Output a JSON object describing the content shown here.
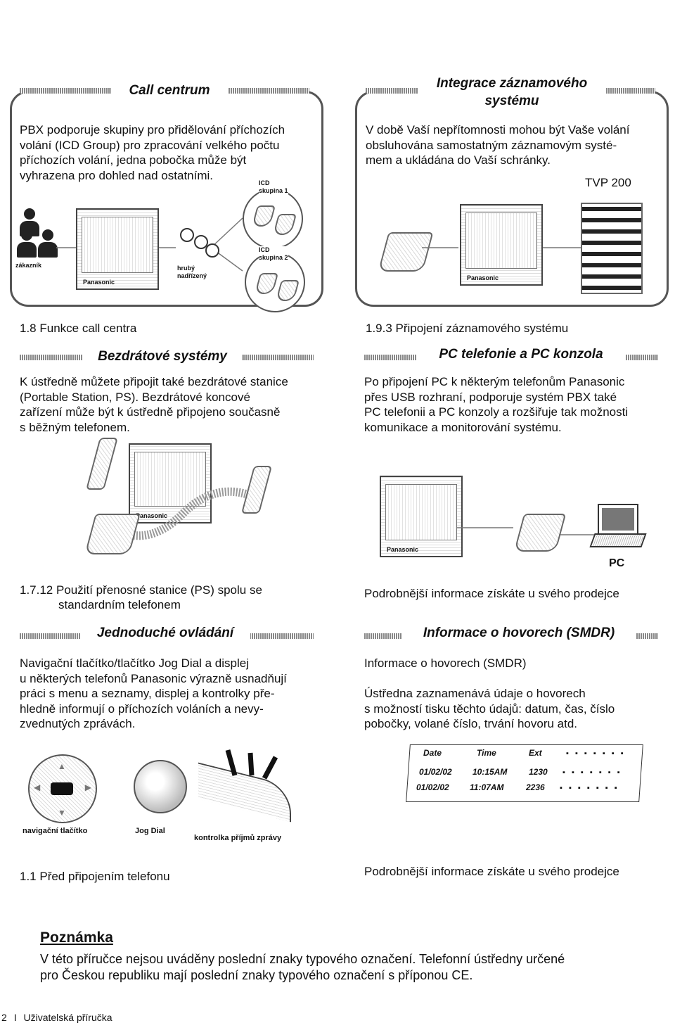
{
  "call_center": {
    "title": "Call centrum",
    "text": [
      "PBX podporuje skupiny pro přidělování příchozích",
      "volání (ICD Group) pro zpracování velkého počtu",
      "příchozích volání, jedna pobočka může být",
      "vyhrazena pro dohled nad ostatními."
    ],
    "label_icd1_a": "ICD",
    "label_icd1_b": "skupina 1",
    "label_icd2_a": "ICD",
    "label_icd2_b": "skupina 2",
    "label_caller": "zákazník",
    "label_pbx": "Panasonic",
    "label_supervisor_a": "hrubý",
    "label_supervisor_b": "nadřízený",
    "caption": "1.8 Funkce call centra"
  },
  "voicemail": {
    "title_line1": "Integrace záznamového",
    "title_line2": "systému",
    "text": [
      "V době Vaší nepřítomnosti mohou být Vaše volání",
      "obsluhována samostatným záznamovým systé-",
      "mem a ukládána do Vaší schránky."
    ],
    "product": "TVP 200",
    "label_pbx": "Panasonic",
    "caption": "1.9.3 Připojení záznamového systému"
  },
  "wireless": {
    "title": "Bezdrátové systémy",
    "text": [
      "K ústředně můžete připojit také bezdrátové stanice",
      "(Portable Station, PS). Bezdrátové koncové",
      "zařízení může být k ústředně připojeno současně",
      "s běžným telefonem."
    ],
    "label_pbx": "Panasonic",
    "caption_line1": "1.7.12 Použití přenosné stanice (PS) spolu se",
    "caption_line2": "standardním telefonem"
  },
  "pc_phone": {
    "title": "PC telefonie a PC konzola",
    "text": [
      "Po připojení PC k některým telefonům Panasonic",
      "přes USB rozhraní, podporuje systém PBX také",
      "PC telefonii a PC konzoly a rozšiřuje tak možnosti",
      "komunikace a monitorování systému."
    ],
    "label_pbx": "Panasonic",
    "label_pc": "PC",
    "caption": "Podrobnější informace získáte u svého prodejce"
  },
  "easy": {
    "title": "Jednoduché ovládání",
    "text": [
      "Navigační tlačítko/tlačítko Jog Dial a displej",
      "u některých telefonů Panasonic výrazně usnadňují",
      "práci s menu a seznamy, displej a kontrolky pře-",
      "hledně informují o příchozích voláních a nevy-",
      "zvednutých zprávách."
    ],
    "label_nav": "navigační tlačítko",
    "label_jog": "Jog Dial",
    "label_led": "kontrolka příjmů zprávy",
    "caption": "1.1 Před připojením telefonu"
  },
  "smdr": {
    "title": "Informace o hovorech (SMDR)",
    "subtitle": "Informace o hovorech (SMDR)",
    "text": [
      "Ústředna zaznamenává údaje o hovorech",
      "s možností tisku těchto údajů: datum, čas, číslo",
      "pobočky, volané číslo, trvání hovoru atd."
    ],
    "table": {
      "headers": [
        "Date",
        "Time",
        "Ext"
      ],
      "rows": [
        [
          "01/02/02",
          "10:15AM",
          "1230"
        ],
        [
          "01/02/02",
          "11:07AM",
          "2236"
        ]
      ]
    },
    "caption": "Podrobnější informace získáte u svého prodejce"
  },
  "note": {
    "title": "Poznámka",
    "text_line1": "V této příručce nejsou uváděny poslední znaky typového označení. Telefonní ústředny určené",
    "text_line2": "pro Českou republiku mají poslední znaky typového označení s příponou CE."
  },
  "footer": {
    "page": "2",
    "sep": "I",
    "title": "Uživatelská příručka"
  }
}
